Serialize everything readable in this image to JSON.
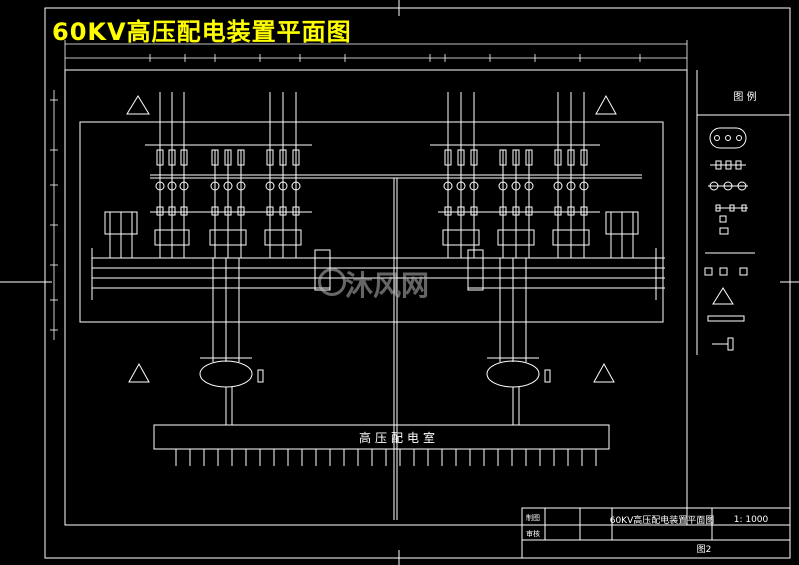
{
  "title": "60KV高压配电装置平面图",
  "room_label": "高压配电室",
  "legend": {
    "heading": "图 例"
  },
  "title_block": {
    "drawing_name": "60KV高压配电装置平面图",
    "scale": "1: 1000",
    "sheet": "图2",
    "made_by_label": "制图",
    "checked_by_label": "审核"
  },
  "watermark": "沐风网",
  "colors": {
    "line": "#ffffff",
    "title": "#ffff00",
    "background": "#000000"
  }
}
